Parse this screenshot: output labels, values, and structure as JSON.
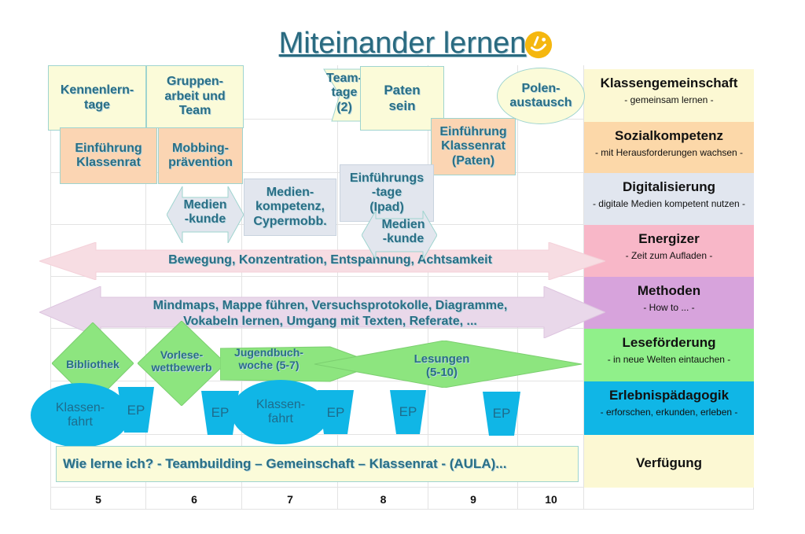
{
  "title": "Miteinander lernen",
  "grades": [
    "5",
    "6",
    "7",
    "8",
    "9",
    "10"
  ],
  "categories": [
    {
      "title": "Klassengemeinschaft",
      "subtitle": "- gemeinsam lernen -",
      "color": "#fcf8d3"
    },
    {
      "title": "Sozialkompetenz",
      "subtitle": "- mit Herausforderungen wachsen -",
      "color": "#fcd8a9"
    },
    {
      "title": "Digitalisierung",
      "subtitle": "- digitale Medien kompetent nutzen -",
      "color": "#e1e6ef"
    },
    {
      "title": "Energizer",
      "subtitle": "- Zeit zum Aufladen -",
      "color": "#f8b7c8"
    },
    {
      "title": "Methoden",
      "subtitle": "- How to ... -",
      "color": "#d7a3dc"
    },
    {
      "title": "Leseförderung",
      "subtitle": "- in neue Welten eintauchen -",
      "color": "#90f08a"
    },
    {
      "title": "Erlebnispädagogik",
      "subtitle": "- erforschen, erkunden, erleben -",
      "color": "#10b6e6"
    },
    {
      "title": "Verfügung",
      "subtitle": "",
      "color": "#fcf8d3"
    }
  ],
  "items": {
    "kennenlerntage": "Kennenlern-\ntage",
    "gruppenarbeit": "Gruppen-\narbeit und\nTeam",
    "teamtage": "Team-\ntage\n(2)",
    "paten": "Paten\nsein",
    "polen": "Polen-\naustausch",
    "klassenrat5": "Einführung\nKlassenrat",
    "mobbing": "Mobbing-\nprävention",
    "klassenrat9": "Einführung\nKlassenrat\n(Paten)",
    "medienkunde6": "Medien\n-kunde",
    "medienkompetenz": "Medien-\nkompetenz,\nCypermobb.",
    "einfuehrungstage": "Einführungs\n-tage\n(Ipad)",
    "medienkunde8": "Medien\n-kunde",
    "energizer_band": "Bewegung, Konzentration, Entspannung, Achtsamkeit",
    "methoden_band": "Mindmaps, Mappe führen, Versuchsprotokolle, Diagramme,\nVokabeln lernen, Umgang mit Texten, Referate, ...",
    "bibliothek": "Bibliothek",
    "vorlesewettbewerb": "Vorlese-\nwettbewerb",
    "jugendbuchwoche": "Jugendbuch-\nwoche (5-7)",
    "lesungen": "Lesungen\n(5-10)",
    "klassenfahrt5": "Klassen-\nfahrt",
    "klassenfahrt7": "Klassen-\nfahrt",
    "ep": "EP",
    "verfuegung_band": "Wie lerne ich? - Teambuilding – Gemeinschaft – Klassenrat - (AULA)..."
  }
}
